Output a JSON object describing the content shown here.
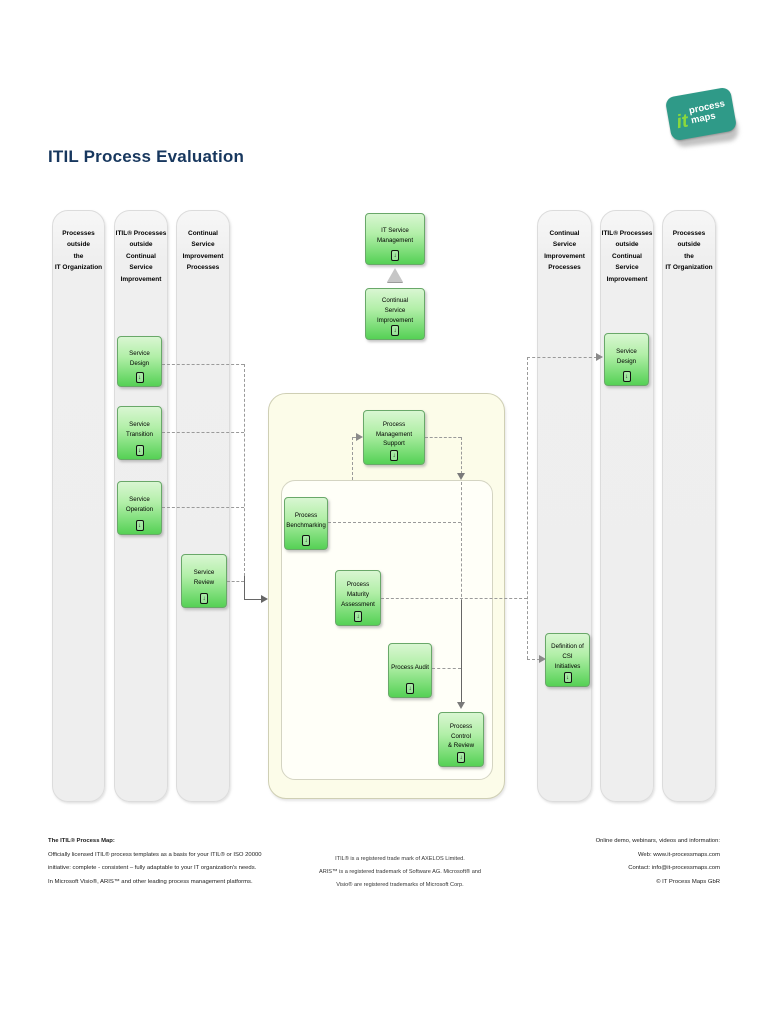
{
  "title": "ITIL Process Evaluation",
  "logo": {
    "it": "it",
    "process": "process",
    "maps": "maps"
  },
  "icons": {
    "assignment": "↓",
    "triangle_up": "▲"
  },
  "lanes": {
    "left_outside": "Processes outside\nthe\nIT Organization",
    "left_itil_outside": "ITIL® Processes\noutside  Continual\nService\nImprovement",
    "left_csi": "Continual Service\nImprovement\nProcesses",
    "right_csi": "Continual Service\nImprovement\nProcesses",
    "right_itil_outside": "ITIL® Processes\noutside  Continual\nService\nImprovement",
    "right_outside": "Processes outside\nthe\nIT Organization"
  },
  "nodes": {
    "itsm": "IT Service\nManagement",
    "csi": "Continual\nService\nImprovement",
    "service_design_left": "Service Design",
    "service_transition": "Service\nTransition",
    "service_operation": "Service\nOperation",
    "service_review": "Service Review",
    "process_management_support": "Process\nManagement\nSupport",
    "process_benchmarking": "Process\nBenchmarking",
    "process_maturity_assessment": "Process\nMaturity\nAssessment",
    "process_audit": "Process Audit",
    "process_control_review": "Process Control\n& Review",
    "service_design_right": "Service Design",
    "definition_csi_initiatives": "Definition of CSI\nInitiatives"
  },
  "footer": {
    "left": [
      "The ITIL® Process Map:",
      "Officially licensed ITIL® process templates as a basis for your ITIL® or ISO 20000",
      "initiative: complete - consistent – fully adaptable to your IT organization's needs.",
      "In Microsoft Visio®, ARIS™ and other leading process management platforms."
    ],
    "center": [
      "ITIL® is a registered trade mark of AXELOS Limited.",
      "ARIS™ is a  registered trademark of Software AG. Microsoft® and",
      "Visio® are registered trademarks of Microsoft Corp."
    ],
    "right": [
      "Online demo, webinars, videos and information:",
      "Web: www.it-processmaps.com",
      "Contact: info@it-processmaps.com",
      "© IT Process Maps GbR"
    ]
  },
  "colors": {
    "title_blue": "#17375e",
    "node_green_top": "#d9f6d2",
    "node_green_bottom": "#55d155",
    "lane_gray": "#efefef",
    "container_yellow": "#fcfce9",
    "logo_teal": "#2f9a88",
    "logo_lime": "#8ad83c"
  }
}
